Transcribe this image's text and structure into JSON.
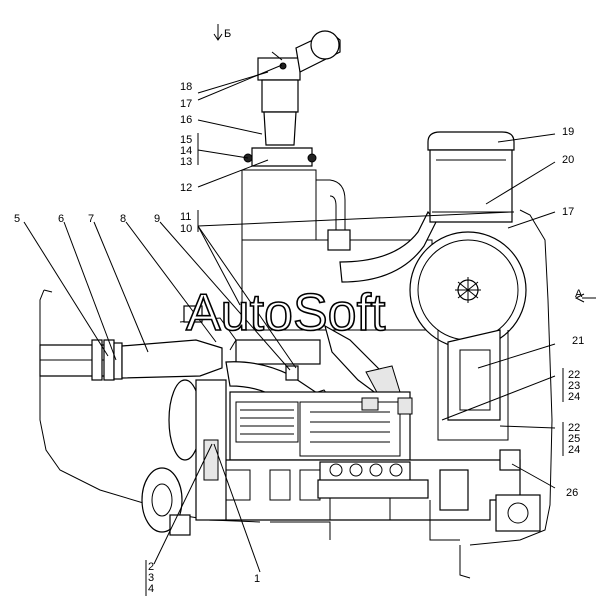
{
  "view_labels": {
    "top_view": "Б",
    "side_view": "А"
  },
  "watermark": "AutoSoft",
  "callouts": {
    "c1": "1",
    "c2": "2",
    "c3": "3",
    "c4": "4",
    "c5": "5",
    "c6": "6",
    "c7": "7",
    "c8": "8",
    "c9": "9",
    "c10": "10",
    "c11": "11",
    "c12": "12",
    "c13": "13",
    "c14": "14",
    "c15": "15",
    "c16": "16",
    "c17a": "17",
    "c17b": "17",
    "c18": "18",
    "c19": "19",
    "c20": "20",
    "c21": "21",
    "c22a": "22",
    "c22b": "22",
    "c23": "23",
    "c24a": "24",
    "c24b": "24",
    "c25": "25",
    "c26": "26"
  }
}
